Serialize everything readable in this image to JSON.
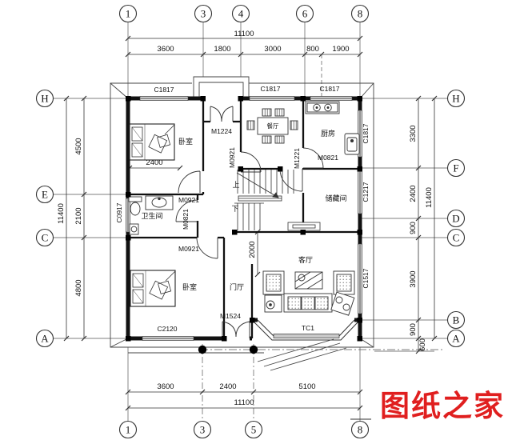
{
  "axes": {
    "top": [
      "1",
      "3",
      "4",
      "6",
      "8"
    ],
    "bottom": [
      "1",
      "3",
      "5",
      "8"
    ],
    "left": [
      "H",
      "E",
      "C",
      "A"
    ],
    "right": [
      "H",
      "F",
      "D",
      "C",
      "B",
      "A"
    ]
  },
  "dims": {
    "top": {
      "total": "11100",
      "segs": [
        "3600",
        "1800",
        "3000",
        "800",
        "1900"
      ]
    },
    "bottom": {
      "total": "11100",
      "segs": [
        "3600",
        "2400",
        "5100"
      ]
    },
    "left": {
      "total": "11400",
      "segs": [
        "4500",
        "2100",
        "4800"
      ]
    },
    "right": {
      "total": "11400",
      "segs": [
        "3300",
        "2400",
        "900",
        "3900",
        "900",
        "600"
      ]
    },
    "interior": {
      "bed": "2400",
      "foyer": "2000"
    }
  },
  "rooms": {
    "bedroom1": "卧室",
    "dining": "餐厅",
    "kitchen": "厨房",
    "bathroom": "卫生间",
    "storage": "储藏间",
    "bedroom2": "卧室",
    "foyer": "门厅",
    "living": "客厅",
    "up": "上",
    "down": "下"
  },
  "openings": {
    "c1817_bed": "C1817",
    "c1817_dining": "C1817",
    "c1817_kitchen": "C1817",
    "c1817_right": "C1817",
    "c1217": "C1217",
    "c1517": "C1517",
    "c0917": "C0917",
    "c2120": "C2120",
    "tc1": "TC1",
    "m1224": "M1224",
    "m0921_bed1": "M0921",
    "m0921_dining": "M0921",
    "m0921_bed2": "M0921",
    "m1221": "M1221",
    "m0821_storage": "M0821",
    "m0821_bath": "M0821",
    "m1524": "M1524"
  },
  "watermark": {
    "text": "图纸之家",
    "color": "#e01f1f"
  }
}
